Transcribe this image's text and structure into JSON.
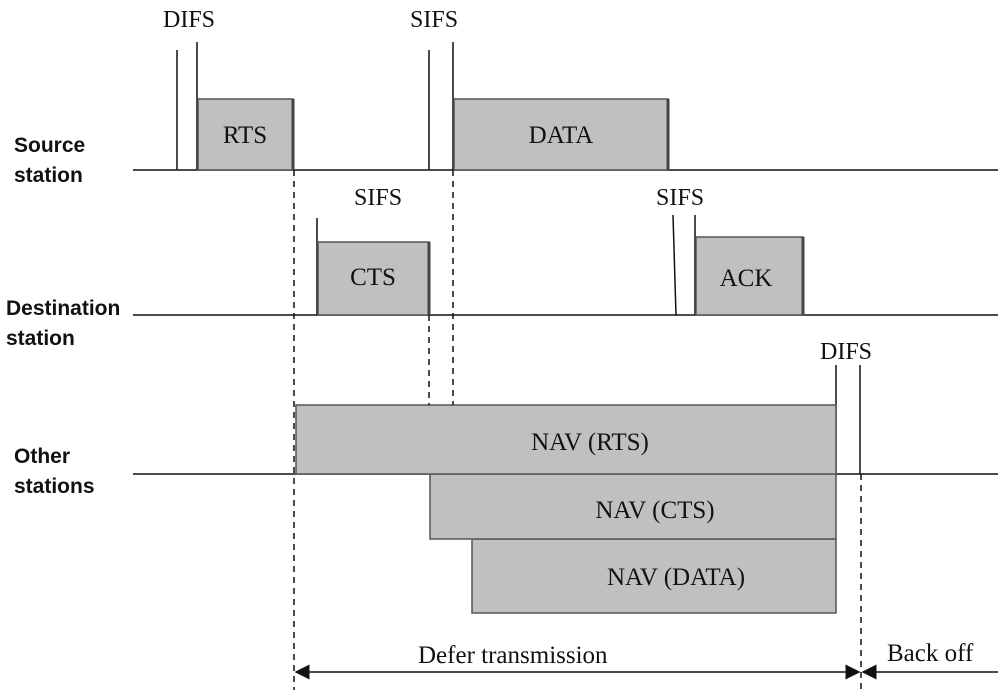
{
  "rows": {
    "source": [
      "Source",
      "station"
    ],
    "destination": [
      "Destination",
      "station"
    ],
    "other": [
      "Other",
      "stations"
    ]
  },
  "frames": {
    "rts": "RTS",
    "data": "DATA",
    "cts": "CTS",
    "ack": "ACK",
    "nav_rts": "NAV (RTS)",
    "nav_cts": "NAV (CTS)",
    "nav_data": "NAV (DATA)"
  },
  "intervals": {
    "difs_1": "DIFS",
    "sifs_1": "SIFS",
    "sifs_2": "SIFS",
    "sifs_3": "SIFS",
    "difs_2": "DIFS"
  },
  "spans": {
    "defer": "Defer transmission",
    "backoff": "Back off"
  }
}
